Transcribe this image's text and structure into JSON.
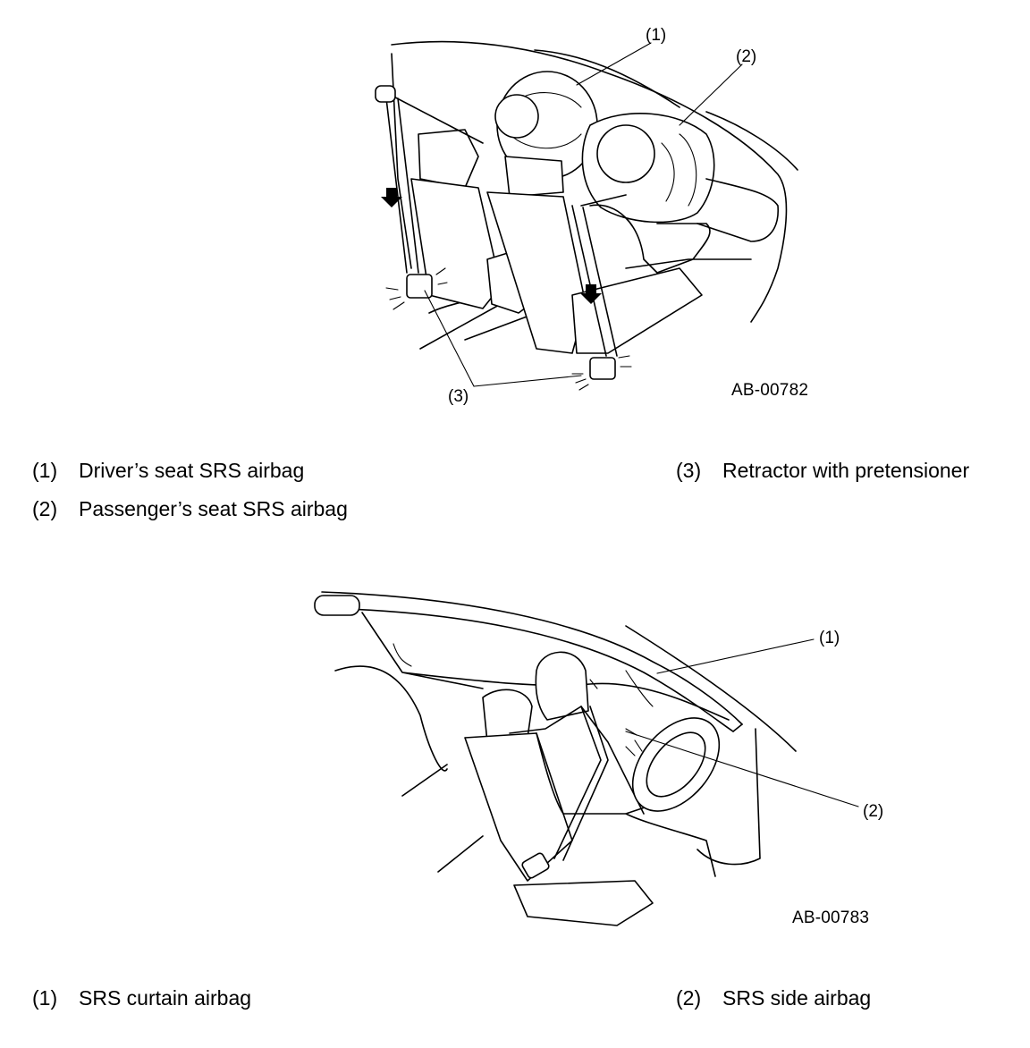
{
  "figure1": {
    "callouts": [
      "(1)",
      "(2)",
      "(3)"
    ],
    "code": "AB-00782",
    "legend": [
      {
        "num": "(1)",
        "text": "Driver’s seat SRS airbag"
      },
      {
        "num": "(2)",
        "text": "Passenger’s seat SRS airbag"
      },
      {
        "num": "(3)",
        "text": "Retractor with pretensioner"
      }
    ]
  },
  "figure2": {
    "callouts": [
      "(1)",
      "(2)"
    ],
    "code": "AB-00783",
    "legend": [
      {
        "num": "(1)",
        "text": "SRS curtain airbag"
      },
      {
        "num": "(2)",
        "text": "SRS side airbag"
      }
    ]
  }
}
